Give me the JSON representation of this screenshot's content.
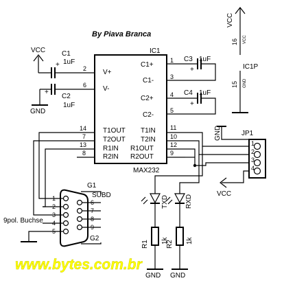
{
  "author": "By Piava Branca",
  "website": "www.bytes.com.br",
  "ic1": {
    "ref": "IC1",
    "part": "MAX232",
    "left_pins": [
      {
        "num": "2",
        "name": "V+"
      },
      {
        "num": "6",
        "name": "V-"
      },
      {
        "num": "14",
        "name": "T1OUT"
      },
      {
        "num": "7",
        "name": "T2OUT"
      },
      {
        "num": "13",
        "name": "R1IN"
      },
      {
        "num": "8",
        "name": "R2IN"
      }
    ],
    "right_pins": [
      {
        "num": "1",
        "name": "C1+"
      },
      {
        "num": "3",
        "name": "C1-"
      },
      {
        "num": "4",
        "name": "C2+"
      },
      {
        "num": "5",
        "name": "C2-"
      },
      {
        "num": "11",
        "name": "T1IN"
      },
      {
        "num": "10",
        "name": "T2IN"
      },
      {
        "num": "12",
        "name": "R1OUT"
      },
      {
        "num": "9",
        "name": "R2OUT"
      }
    ]
  },
  "ic1p": {
    "ref": "IC1P",
    "pin_vcc": "16",
    "label_vcc": "VCC",
    "pin_gnd": "15",
    "label_gnd": "GND"
  },
  "capacitors": [
    {
      "ref": "C1",
      "value": "1uF"
    },
    {
      "ref": "C2",
      "value": "1uF"
    },
    {
      "ref": "C3",
      "value": "1uF"
    },
    {
      "ref": "C4",
      "value": "1uF"
    }
  ],
  "power": {
    "vcc": "VCC",
    "gnd": "GND"
  },
  "jp1": {
    "ref": "JP1",
    "pins": [
      "1",
      "2",
      "3",
      "4"
    ]
  },
  "leds": [
    {
      "ref": "TXD"
    },
    {
      "ref": "RXD"
    }
  ],
  "resistors": [
    {
      "ref": "R1",
      "value": "1k"
    },
    {
      "ref": "R2",
      "value": "1k"
    }
  ],
  "connector": {
    "ref": "G1",
    "ref2": "G2",
    "type": "SUBD",
    "desc": "9pol. Buchse",
    "left_pins": [
      "1",
      "2",
      "3",
      "4",
      "5"
    ],
    "right_pins": [
      "6",
      "7",
      "8",
      "9"
    ]
  }
}
